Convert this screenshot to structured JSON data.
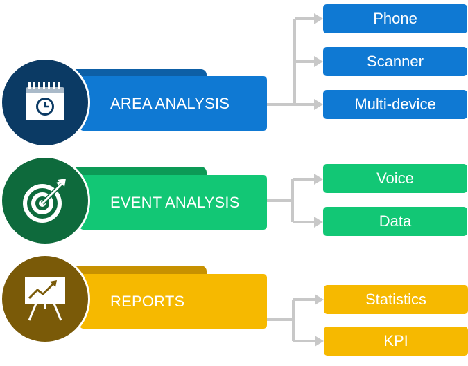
{
  "colors": {
    "blue_dark": "#0b3a64",
    "blue_tab": "#0d5fa6",
    "blue": "#0f79d3",
    "green_dark": "#0e6a3c",
    "green_tab": "#0c9a56",
    "green": "#12c775",
    "gold_dark": "#7a5a08",
    "gold_tab": "#c79100",
    "gold": "#f6b900",
    "connector": "#c8c8c8"
  },
  "groups": [
    {
      "label": "AREA ANALYSIS",
      "icon": "calendar-clock-icon",
      "items": [
        "Phone",
        "Scanner",
        "Multi-device"
      ]
    },
    {
      "label": "EVENT ANALYSIS",
      "icon": "target-arrow-icon",
      "items": [
        "Voice",
        "Data"
      ]
    },
    {
      "label": "REPORTS",
      "icon": "chart-presentation-icon",
      "items": [
        "Statistics",
        "KPI"
      ]
    }
  ]
}
